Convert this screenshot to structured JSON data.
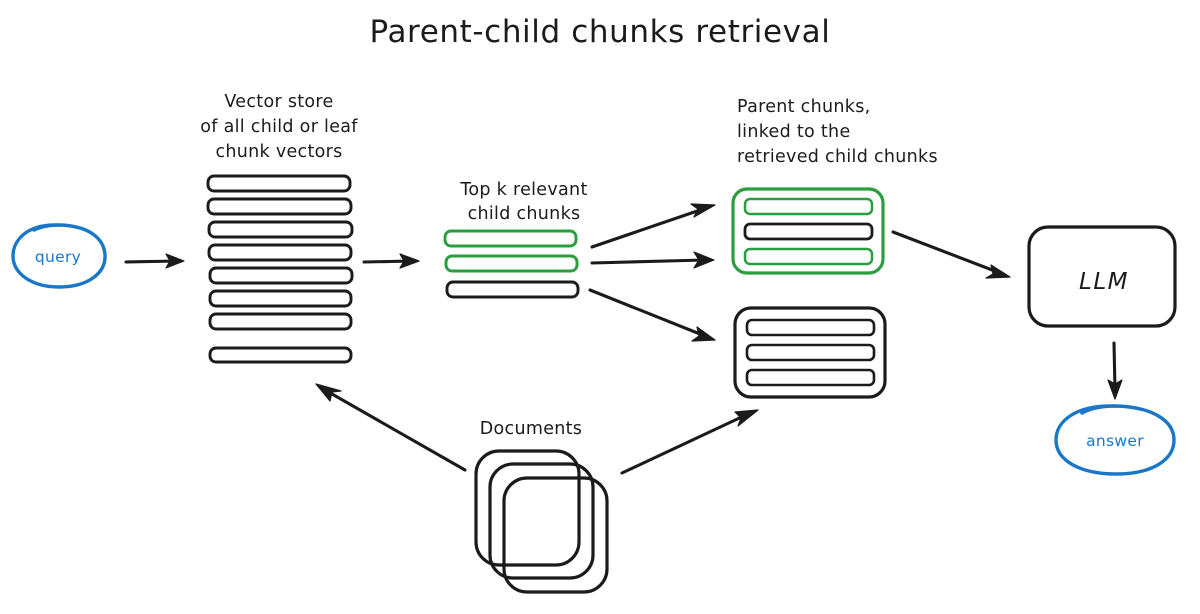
{
  "diagram": {
    "title": "Parent-child chunks retrieval",
    "background_color": "#ffffff",
    "colors": {
      "ink": "#1b1b1b",
      "green": "#2a9d3f",
      "blue": "#1a77c8"
    },
    "nodes": {
      "query": {
        "label": "query",
        "color": "#1a77c8",
        "shape": "ellipse"
      },
      "vector_store": {
        "label_lines": [
          "Vector store",
          "of all child or leaf",
          "chunk vectors"
        ],
        "bar_count": 8,
        "bar_colors": [
          "#1b1b1b",
          "#1b1b1b",
          "#1b1b1b",
          "#1b1b1b",
          "#1b1b1b",
          "#1b1b1b",
          "#1b1b1b",
          "#1b1b1b"
        ]
      },
      "top_k": {
        "label_lines": [
          "Top k relevant",
          "child chunks"
        ],
        "bar_count": 3,
        "bar_colors": [
          "#2a9d3f",
          "#2a9d3f",
          "#1b1b1b"
        ]
      },
      "parent_chunks": {
        "label_lines": [
          "Parent chunks,",
          "linked to the",
          "retrieved child chunks"
        ],
        "boxes": [
          {
            "border_color": "#2a9d3f",
            "bar_colors": [
              "#2a9d3f",
              "#1b1b1b",
              "#2a9d3f"
            ]
          },
          {
            "border_color": "#1b1b1b",
            "bar_colors": [
              "#1b1b1b",
              "#1b1b1b",
              "#1b1b1b"
            ]
          }
        ]
      },
      "documents": {
        "label": "Documents",
        "card_count": 3,
        "shape": "stacked-cards"
      },
      "llm": {
        "label": "LLM",
        "shape": "rounded-rect"
      },
      "answer": {
        "label": "answer",
        "color": "#1a77c8",
        "shape": "ellipse"
      }
    },
    "edges": [
      {
        "name": "query-to-vector-store",
        "from": "query",
        "to": "vector_store"
      },
      {
        "name": "vector-store-to-top-k",
        "from": "vector_store",
        "to": "top_k"
      },
      {
        "name": "top-k-chunk1-to-green-parent",
        "from": "top_k",
        "to": "parent_chunks_green"
      },
      {
        "name": "top-k-chunk2-to-green-parent",
        "from": "top_k",
        "to": "parent_chunks_green"
      },
      {
        "name": "top-k-chunk3-to-black-parent",
        "from": "top_k",
        "to": "parent_chunks_black"
      },
      {
        "name": "green-parent-to-llm",
        "from": "parent_chunks_green",
        "to": "llm"
      },
      {
        "name": "llm-to-answer",
        "from": "llm",
        "to": "answer"
      },
      {
        "name": "documents-to-vector-store",
        "from": "documents",
        "to": "vector_store"
      },
      {
        "name": "documents-to-black-parent",
        "from": "documents",
        "to": "parent_chunks_black"
      }
    ]
  }
}
